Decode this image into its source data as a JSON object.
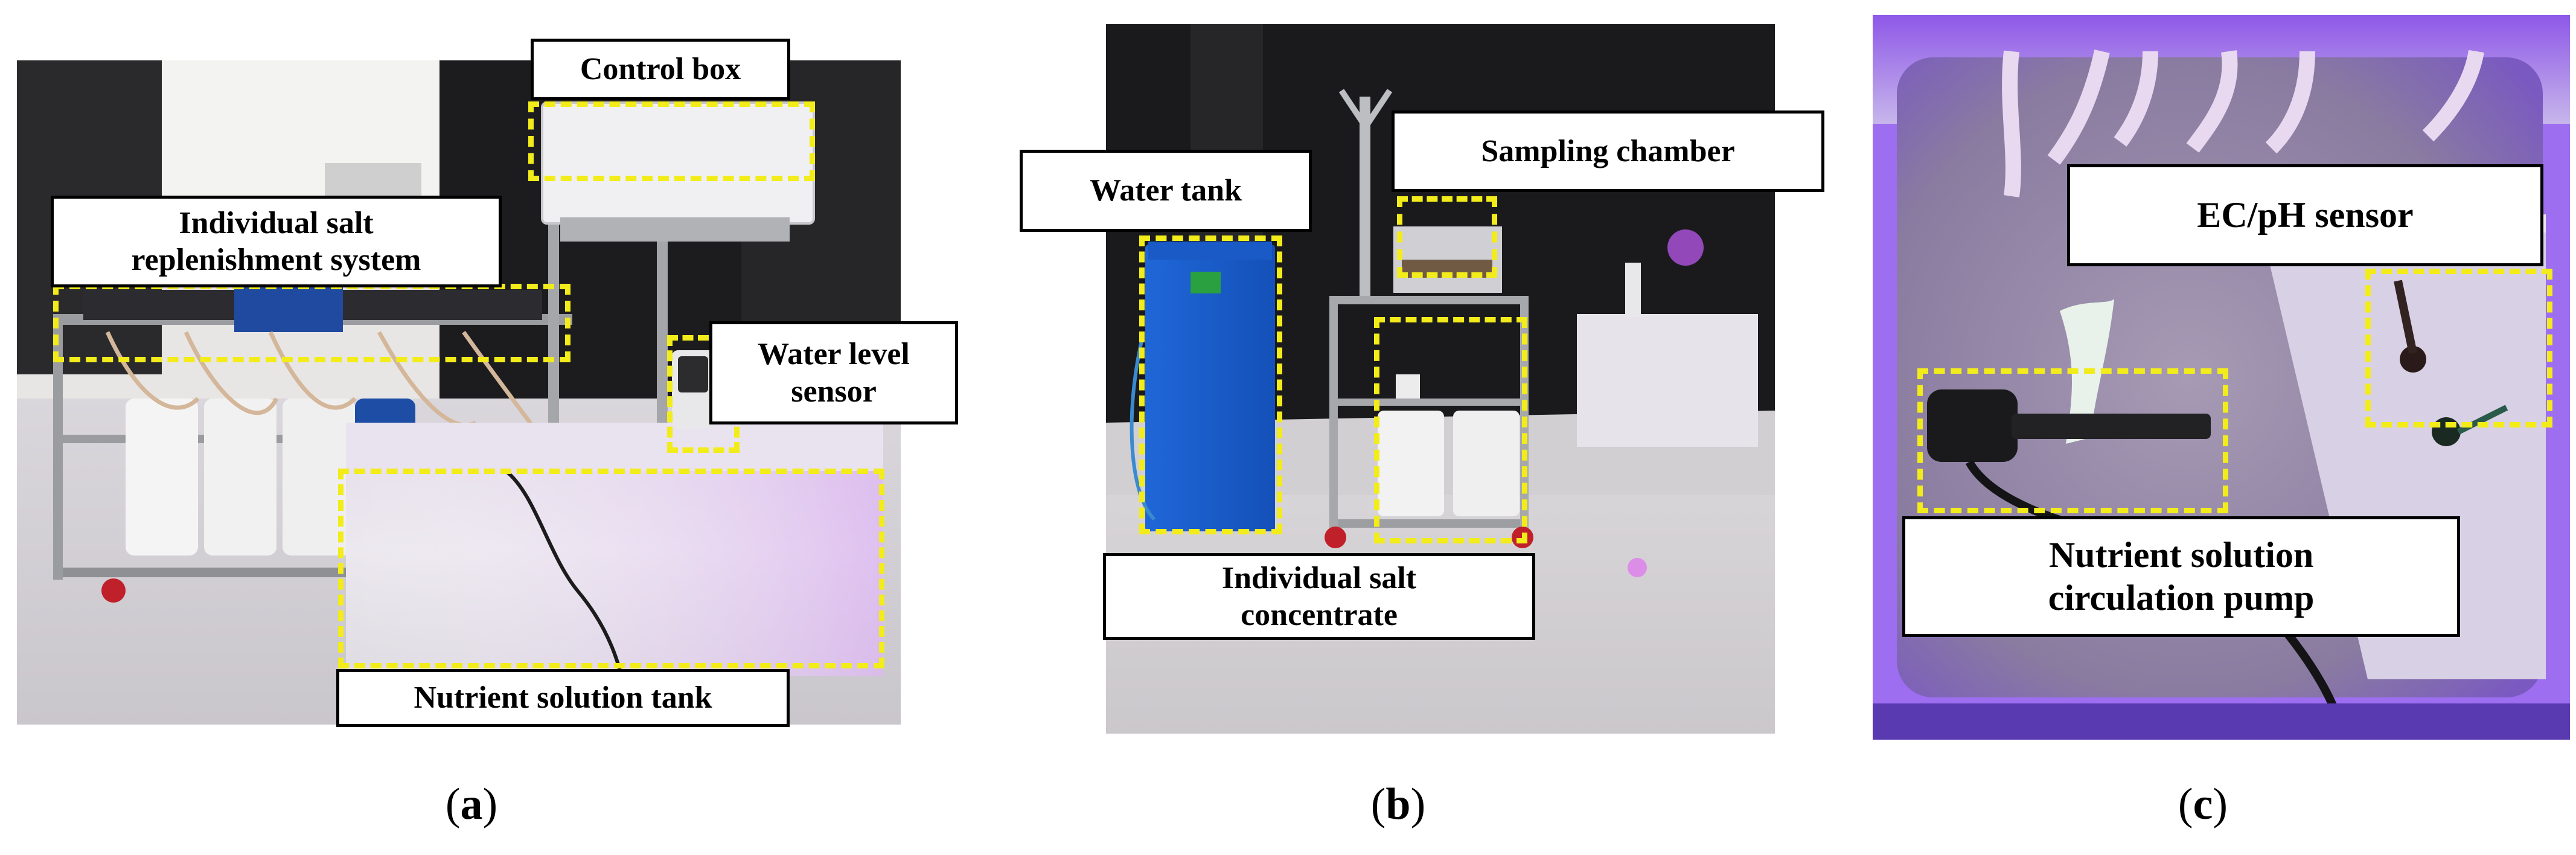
{
  "panels": {
    "a": {
      "caption": "a",
      "labels": {
        "control_box": "Control box",
        "salt_replenishment_line1": "Individual salt",
        "salt_replenishment_line2": "replenishment system",
        "water_level_line1": "Water level",
        "water_level_line2": "sensor",
        "nutrient_tank": "Nutrient solution tank"
      }
    },
    "b": {
      "caption": "b",
      "labels": {
        "water_tank": "Water tank",
        "sampling_chamber": "Sampling chamber",
        "salt_concentrate_line1": "Individual salt",
        "salt_concentrate_line2": "concentrate"
      }
    },
    "c": {
      "caption": "c",
      "labels": {
        "ec_ph_sensor": "EC/pH sensor",
        "circulation_pump_line1": "Nutrient solution",
        "circulation_pump_line2": "circulation pump"
      }
    }
  },
  "colors": {
    "highlight_box": "#f2ec1a",
    "label_border": "#000000",
    "label_background": "#ffffff"
  }
}
